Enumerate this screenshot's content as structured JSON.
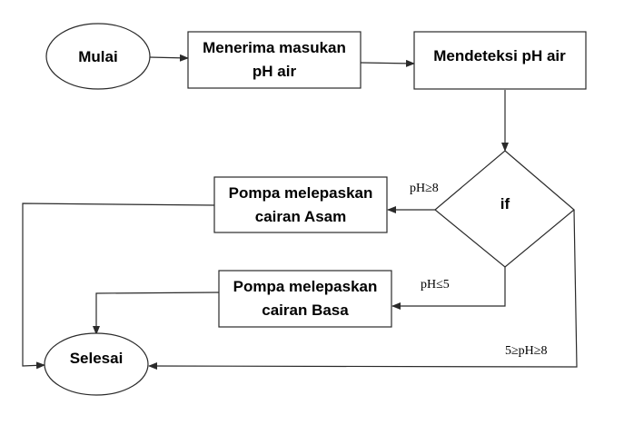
{
  "nodes": {
    "start": {
      "label": "Mulai"
    },
    "input": {
      "line1": "Menerima masukan",
      "line2": "pH air"
    },
    "detect": {
      "label": "Mendeteksi pH air"
    },
    "decision": {
      "label": "if"
    },
    "acid_pump": {
      "line1": "Pompa melepaskan",
      "line2": "cairan Asam"
    },
    "base_pump": {
      "line1": "Pompa melepaskan",
      "line2": "cairan Basa"
    },
    "end": {
      "label": "Selesai"
    }
  },
  "edge_labels": {
    "acid": "pH≥8",
    "base": "pH≤5",
    "neutral": "5≥pH≥8"
  }
}
